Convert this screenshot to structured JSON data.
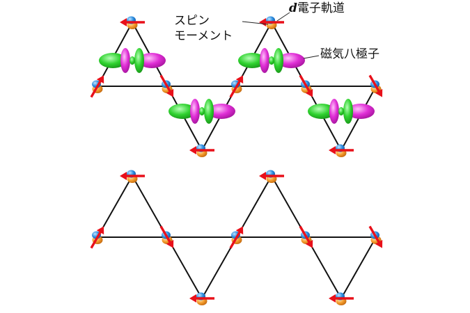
{
  "labels": {
    "d_orbital_prefix": "d",
    "d_orbital_suffix": "電子軌道",
    "spin_moment_line1": "スピン",
    "spin_moment_line2": "モーメント",
    "magnetic_octupole": "磁気八極子"
  },
  "colors": {
    "spin_arrow": "#e8101a",
    "orbital_blue": "#2e8fe0",
    "orbital_orange": "#f39a2a",
    "octupole_green": "#2fd22f",
    "octupole_magenta": "#e02ed6",
    "bond_line": "#111111"
  }
}
